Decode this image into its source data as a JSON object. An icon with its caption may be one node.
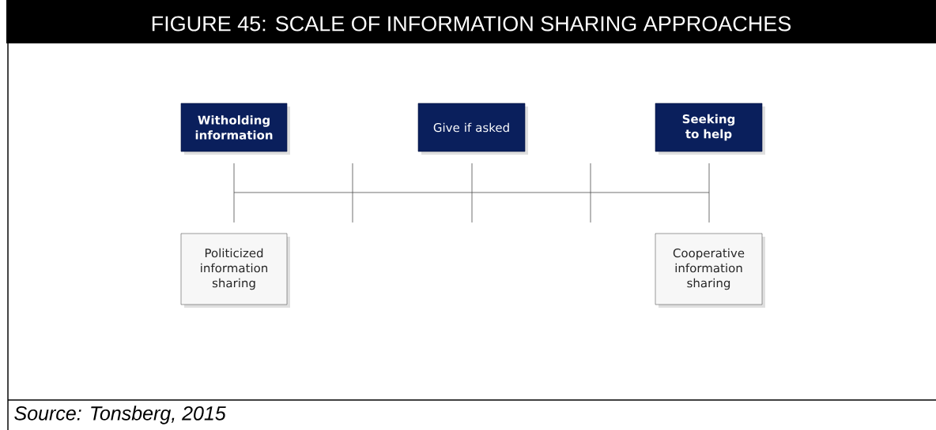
{
  "diagram": {
    "title": "FIGURE 45: SCALE OF INFORMATION SHARING APPROACHES",
    "caption": "Source: Tonsberg, 2015",
    "nodes": [
      {
        "text": [
          "Witholding information"
        ]
      },
      {
        "text": [
          "Give if asked"
        ]
      },
      {
        "text": [
          "Seeking to help"
        ]
      },
      {
        "text": [
          "Politicized information sharing"
        ]
      },
      {
        "text": [
          "Cooperative information sharing"
        ]
      }
    ]
  }
}
